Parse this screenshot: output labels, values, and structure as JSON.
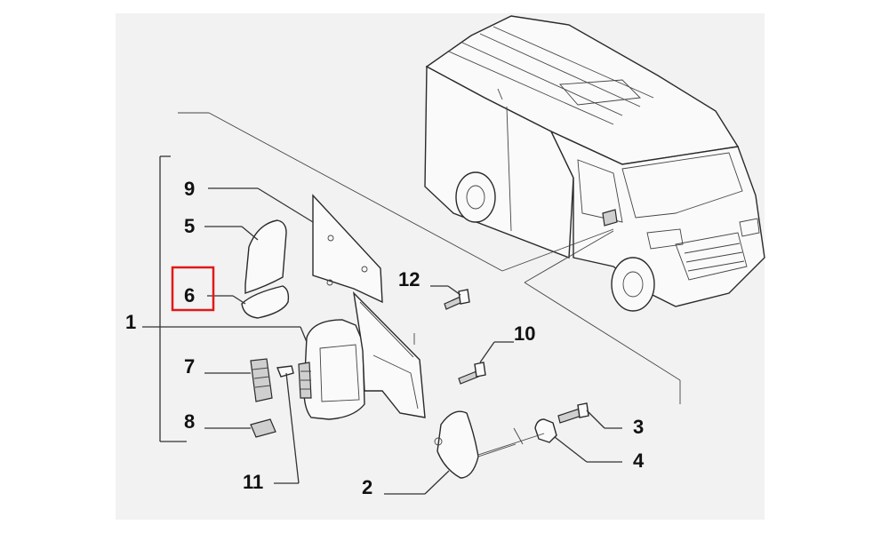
{
  "diagram": {
    "callouts": {
      "c1": "1",
      "c2": "2",
      "c3": "3",
      "c4": "4",
      "c5": "5",
      "c6": "6",
      "c7": "7",
      "c8": "8",
      "c9": "9",
      "c10": "10",
      "c11": "11",
      "c12": "12"
    },
    "highlighted_callout": "6",
    "colors": {
      "highlight": "#e01919",
      "lines": "#333333",
      "background": "#f2f2f2"
    }
  }
}
